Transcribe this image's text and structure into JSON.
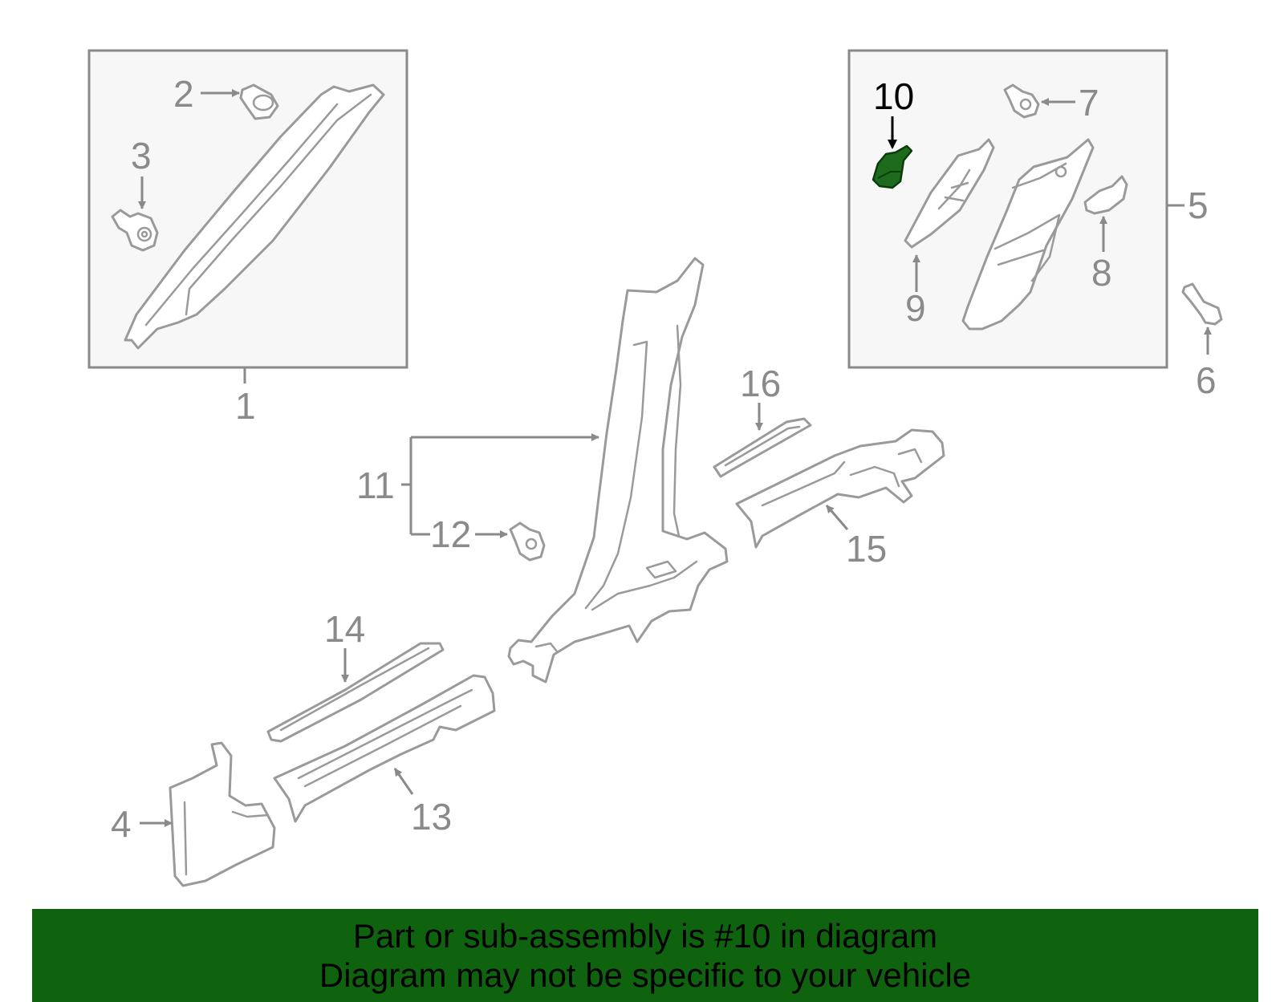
{
  "callouts": {
    "c1": "1",
    "c2": "2",
    "c3": "3",
    "c4": "4",
    "c5": "5",
    "c6": "6",
    "c7": "7",
    "c8": "8",
    "c9": "9",
    "c10": "10",
    "c11": "11",
    "c12": "12",
    "c13": "13",
    "c14": "14",
    "c15": "15",
    "c16": "16"
  },
  "highlight": {
    "part": "10",
    "color": "#1e6b1e"
  },
  "banner": {
    "line1": "Part or sub-assembly is #10 in diagram",
    "line2": "Diagram may not be specific to your vehicle",
    "background": "#0f630f"
  }
}
